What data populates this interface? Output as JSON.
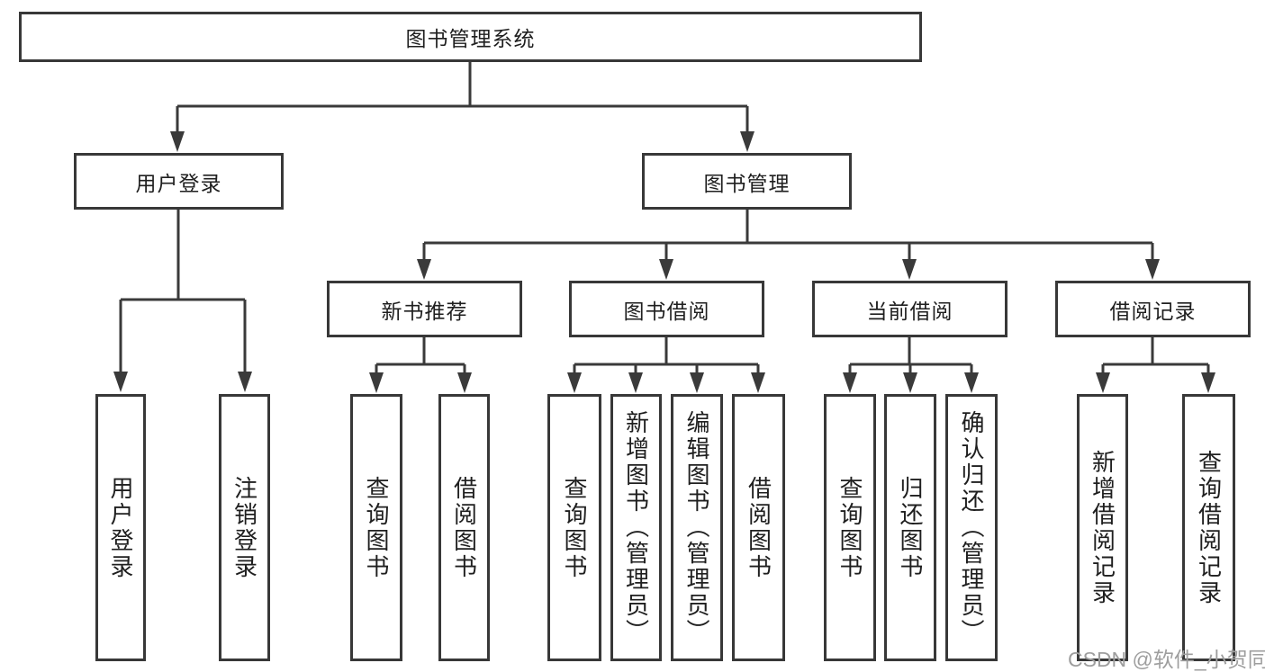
{
  "diagram": {
    "type": "tree",
    "colors": {
      "background": "#ffffff",
      "box_border": "#383838",
      "box_fill": "#ffffff",
      "text": "#1f1f1f",
      "connector": "#3a3a3a",
      "watermark": "#9e9e9e"
    },
    "nodes": {
      "root": "图书管理系统",
      "user_login": "用户登录",
      "book_mgmt": "图书管理",
      "new_book_rec": "新书推荐",
      "book_borrow": "图书借阅",
      "current_borrow": "当前借阅",
      "borrow_record": "借阅记录",
      "ul_login": "用户登录",
      "ul_logout": "注销登录",
      "nb_query": "查询图书",
      "nb_borrow": "借阅图书",
      "bb_query": "查询图书",
      "bb_add": "新增图书（管理员）",
      "bb_edit": "编辑图书（管理员）",
      "bb_borrow": "借阅图书",
      "cb_query": "查询图书",
      "cb_return": "归还图书",
      "cb_confirm": "确认归还（管理员）",
      "br_add": "新增借阅记录",
      "br_query": "查询借阅记录"
    },
    "structure": {
      "图书管理系统": [
        "用户登录",
        "图书管理"
      ],
      "用户登录": [
        "用户登录",
        "注销登录"
      ],
      "图书管理": [
        "新书推荐",
        "图书借阅",
        "当前借阅",
        "借阅记录"
      ],
      "新书推荐": [
        "查询图书",
        "借阅图书"
      ],
      "图书借阅": [
        "查询图书",
        "新增图书（管理员）",
        "编辑图书（管理员）",
        "借阅图书"
      ],
      "当前借阅": [
        "查询图书",
        "归还图书",
        "确认归还（管理员）"
      ],
      "借阅记录": [
        "新增借阅记录",
        "查询借阅记录"
      ]
    },
    "watermark": "CSDN @软件_小贺同学"
  }
}
